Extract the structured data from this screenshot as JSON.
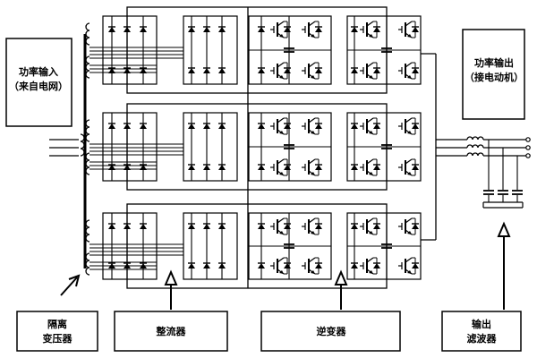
{
  "boxes": {
    "power_input": {
      "line1": "功率输入",
      "line2": "（来自电网）"
    },
    "power_output": {
      "line1": "功率输出",
      "line2": "（接电动机）"
    },
    "isolation_transformer": {
      "line1": "隔离",
      "line2": "变压器"
    },
    "rectifier": {
      "line1": "整流器"
    },
    "inverter": {
      "line1": "逆变器"
    },
    "output_filter": {
      "line1": "输出",
      "line2": "滤波器"
    }
  },
  "colors": {
    "line": "#000000",
    "background": "#ffffff"
  },
  "icons": [
    "diode-icon",
    "igbt-icon",
    "capacitor-icon",
    "transformer-winding-icon",
    "inductor-icon",
    "arrow-up-icon"
  ]
}
